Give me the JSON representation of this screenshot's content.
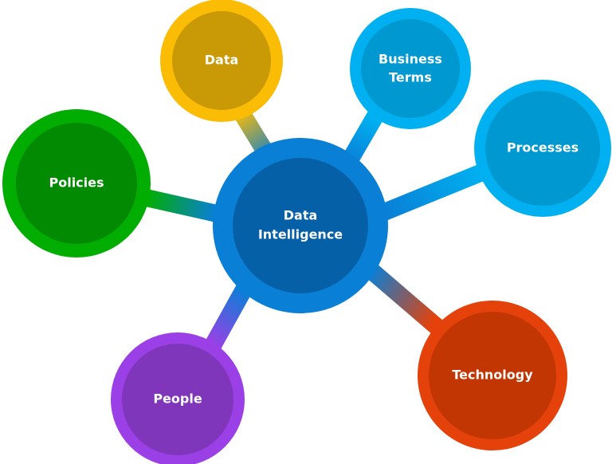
{
  "center": {
    "line1": "Data",
    "line2": "Intelligence",
    "outer": "#0a7fd6",
    "inner": "#0560a8"
  },
  "nodes": {
    "data": {
      "label": "Data",
      "outer": "#fbbc05",
      "inner": "#c99a06"
    },
    "business_terms": {
      "line1": "Business",
      "line2": "Terms",
      "outer": "#00b0f0",
      "inner": "#0098d0"
    },
    "processes": {
      "label": "Processes",
      "outer": "#00b0f0",
      "inner": "#0098d0"
    },
    "policies": {
      "label": "Policies",
      "outer": "#02ad02",
      "inner": "#028a02"
    },
    "people": {
      "label": "People",
      "outer": "#9b40e6",
      "inner": "#8036bb"
    },
    "technology": {
      "label": "Technology",
      "outer": "#e4420a",
      "inner": "#c13602"
    }
  }
}
